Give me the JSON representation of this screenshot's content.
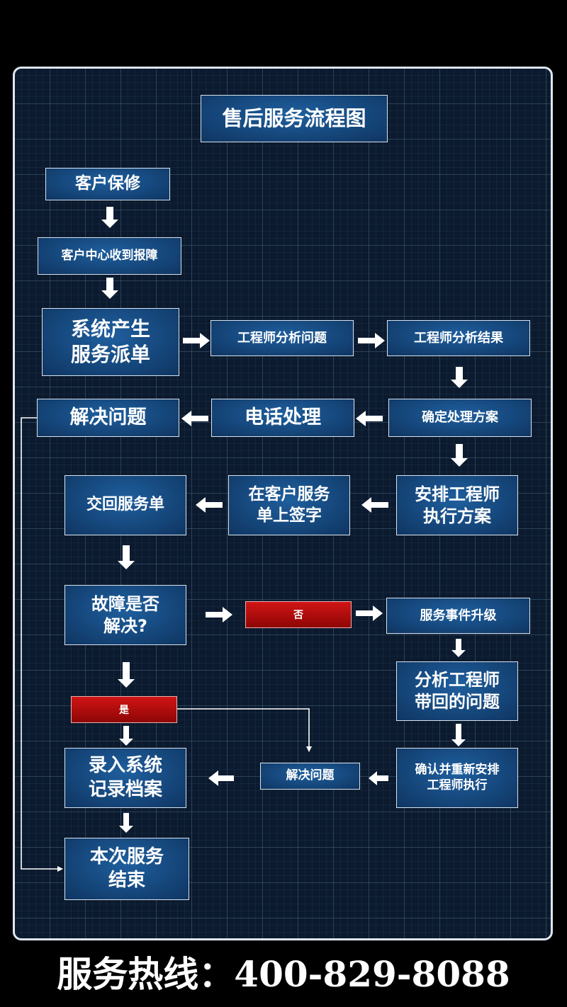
{
  "title": "售后服务流程图",
  "nodes": {
    "customer_report": "客户保修",
    "center_receive": "客户中心收到报障",
    "system_dispatch": [
      "系统产生",
      "服务派单"
    ],
    "engineer_analyze": "工程师分析问题",
    "engineer_result": "工程师分析结果",
    "solve_problem": "解决问题",
    "phone_handle": "电话处理",
    "confirm_plan": "确定处理方案",
    "return_form": "交回服务单",
    "customer_sign": [
      "在客户服务",
      "单上签字"
    ],
    "arrange_engineer": [
      "安排工程师",
      "执行方案"
    ],
    "fault_resolved": [
      "故障是否",
      "解决?"
    ],
    "no_label": "否",
    "escalate": "服务事件升级",
    "analyze_returned": [
      "分析工程师",
      "带回的问题"
    ],
    "yes_label": "是",
    "record_system": [
      "录入系统",
      "记录档案"
    ],
    "solve_problem_2": "解决问题",
    "reconfirm": [
      "确认并重新安排",
      "工程师执行"
    ],
    "service_end": [
      "本次服务",
      "结束"
    ]
  },
  "hotline": "服务热线：400-829-8088"
}
